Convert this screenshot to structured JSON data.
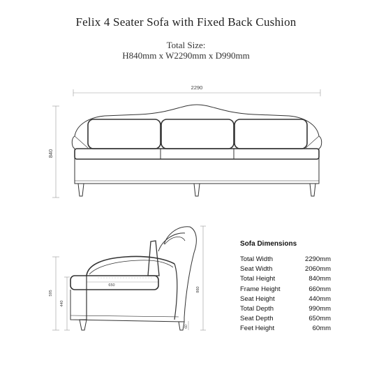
{
  "title": "Felix 4 Seater Sofa with Fixed Back Cushion",
  "total_size_label": "Total Size:",
  "total_size_value": "H840mm x W2290mm x D990mm",
  "front_view": {
    "width_label": "2290",
    "height_label": "840"
  },
  "side_view": {
    "seat_depth_label": "650",
    "frame_height_label": "595",
    "seat_height_label": "440",
    "total_height_label": "860",
    "feet_height_label": "60"
  },
  "dimensions": {
    "heading": "Sofa Dimensions",
    "rows": [
      {
        "label": "Total Width",
        "value": "2290mm"
      },
      {
        "label": "Seat Width",
        "value": "2060mm"
      },
      {
        "label": "Total Height",
        "value": "840mm"
      },
      {
        "label": "Frame Height",
        "value": "660mm"
      },
      {
        "label": "Seat Height",
        "value": "440mm"
      },
      {
        "label": "Total Depth",
        "value": "990mm"
      },
      {
        "label": "Seat Depth",
        "value": "650mm"
      },
      {
        "label": "Feet Height",
        "value": "60mm"
      }
    ]
  },
  "colors": {
    "outline": "#333333",
    "dim_line": "#999999"
  }
}
